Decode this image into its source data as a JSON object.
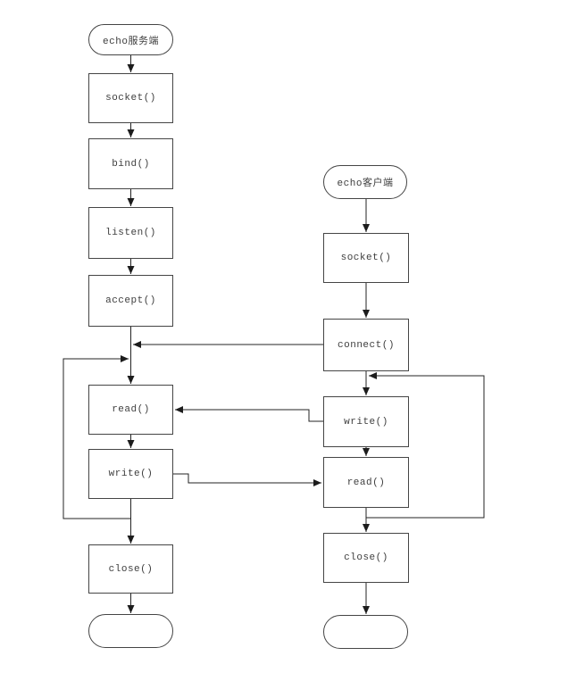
{
  "diagram": {
    "type": "flowchart",
    "description": "TCP echo server / client socket call flow",
    "colors": {
      "background": "#ffffff",
      "line": "#232323",
      "box_border": "#454545",
      "text": "#3e3e3e"
    },
    "server": {
      "start_label": "echo服务端",
      "steps": [
        "socket()",
        "bind()",
        "listen()",
        "accept()",
        "read()",
        "write()",
        "close()"
      ],
      "end_label": ""
    },
    "client": {
      "start_label": "echo客户端",
      "steps": [
        "socket()",
        "connect()",
        "write()",
        "read()",
        "close()"
      ],
      "end_label": ""
    },
    "edges": [
      "server.start -> server.socket()",
      "server.socket() -> server.bind()",
      "server.bind() -> server.listen()",
      "server.listen() -> server.accept()",
      "server.accept() -> server.read()",
      "server.read() -> server.write()",
      "server.write() -> server.close()",
      "server.close() -> server.end",
      "server.write() loop back -> server.read()",
      "client.start -> client.socket()",
      "client.socket() -> client.connect()",
      "client.connect() -> client.write()",
      "client.write() -> client.read()",
      "client.read() -> client.close()",
      "client.close() -> client.end",
      "client.read() loop back -> client.write()",
      "client.connect() -> server (between accept and read)",
      "client.write() -> server.read()",
      "server.write() -> client.read()"
    ]
  }
}
